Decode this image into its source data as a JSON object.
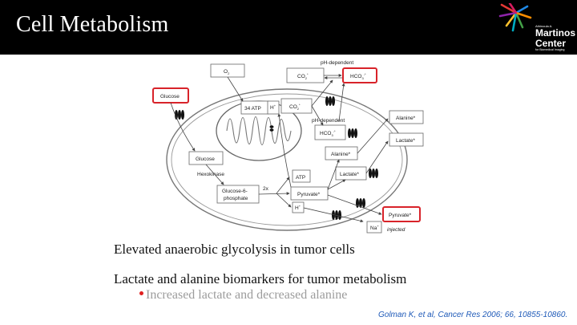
{
  "slide": {
    "title": "Cell Metabolism"
  },
  "logo": {
    "small": "Athinoula A.",
    "main1": "Martinos",
    "main2": "Center",
    "sub": "for Biomedical Imaging"
  },
  "diagram": {
    "labels": {
      "o2": "O",
      "o2_sub": "2",
      "co2_out": "CO",
      "co2_out_sub": "2",
      "co2_out_sup": "*",
      "hco3_out": "HCO",
      "hco3_out_sub": "3",
      "hco3_out_sup": "-*",
      "ph_dep_top": "pH-dependent",
      "glucose_out": "Glucose",
      "atp34": "34 ATP",
      "hplus_top": "H",
      "hplus_top_sup": "+",
      "co2_in": "CO",
      "co2_in_sub": "2",
      "co2_in_sup": "*",
      "ph_dep_mid": "pH-dependent",
      "hco3_in": "HCO",
      "hco3_in_sub": "3",
      "hco3_in_sup": "-*",
      "alanine_out": "Alanine*",
      "lactate_out": "Lactate*",
      "alanine_in": "Alanine*",
      "lactate_in": "Lactate*",
      "glucose_in": "Glucose",
      "hexokinase": "Hexokinase",
      "atp": "ATP",
      "g6p_line1": "Glucose-6-",
      "g6p_line2": "phosphate",
      "two_x": "2x",
      "pyruvate_in": "Pyruvate*",
      "hplus_bottom": "H",
      "hplus_bottom_sup": "+",
      "pyruvate_out": "Pyruvate*",
      "na": "Na",
      "na_sup": "+",
      "injected": "injected"
    }
  },
  "bullets": {
    "b1": "Elevated anaerobic glycolysis in tumor cells",
    "b2": "Lactate and alanine biomarkers for tumor metabolism",
    "b3": "Increased lactate and decreased alanine"
  },
  "citation": "Golman K, et al, Cancer Res 2006; 66, 10855-10860.",
  "colors": {
    "header_bg": "#000000",
    "highlight_box": "#d8232a",
    "citation": "#1f5ab8",
    "sub_bullet": "#9c9c9c"
  }
}
